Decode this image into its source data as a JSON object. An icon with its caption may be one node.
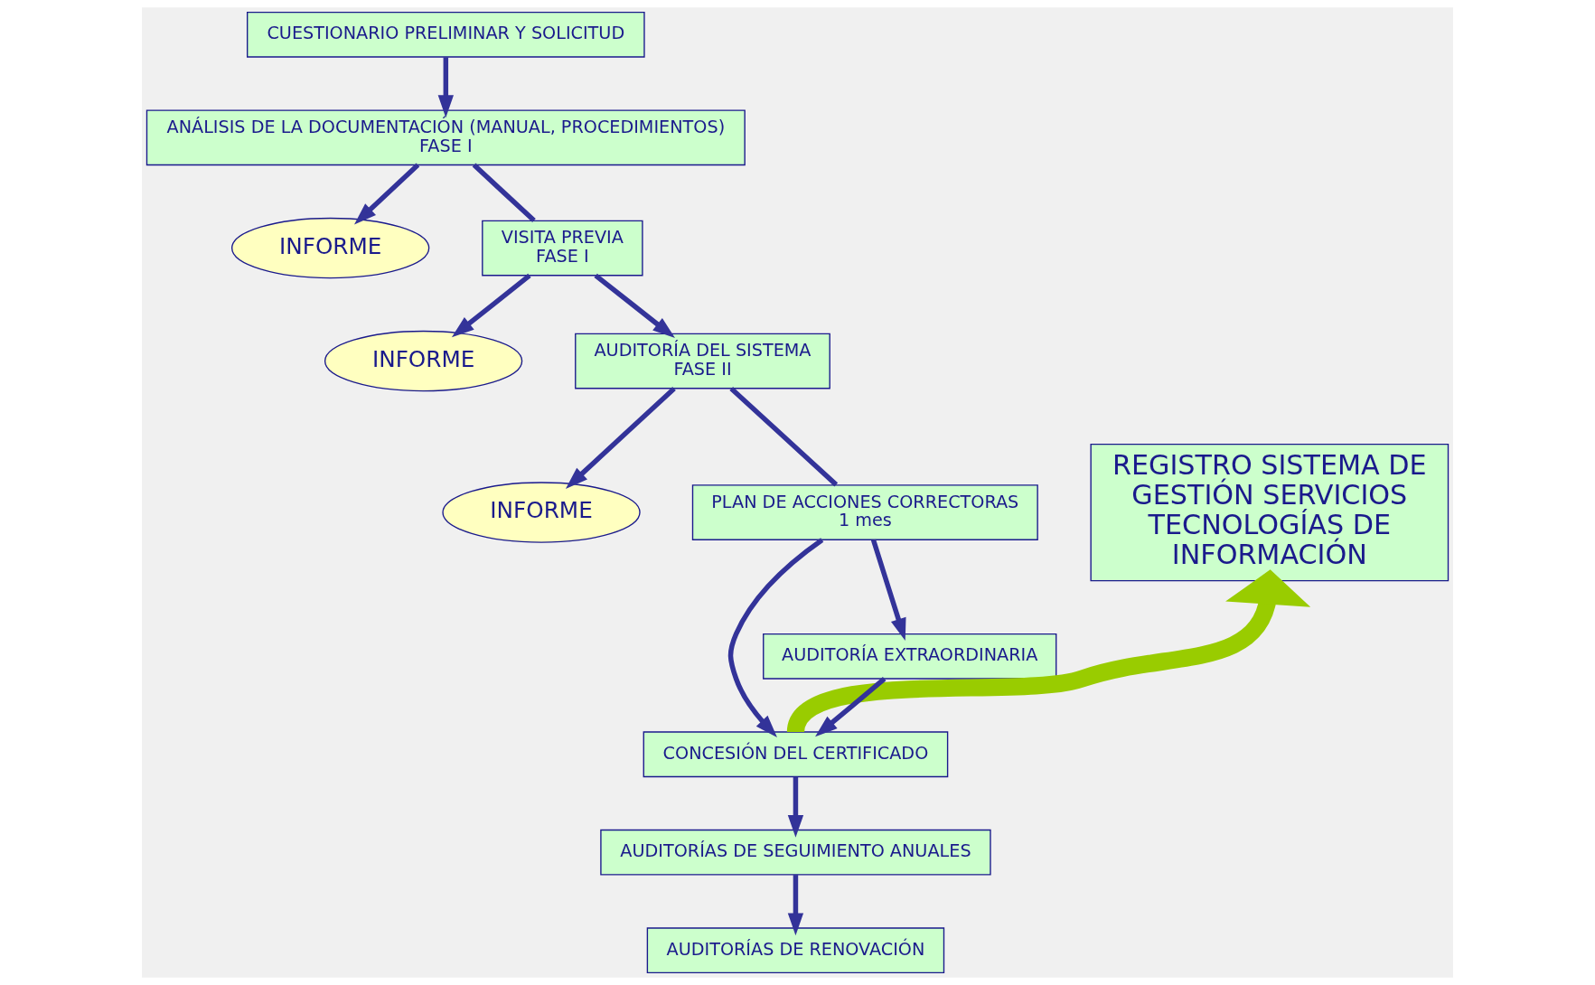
{
  "diagram": {
    "nodes": [
      {
        "text": [
          "CUESTIONARIO PRELIMINAR Y SOLICITUD"
        ]
      },
      {
        "text": [
          "ANÁLISIS DE LA DOCUMENTACIÓN (MANUAL, PROCEDIMIENTOS)",
          "FASE I"
        ]
      },
      {
        "text": [
          "INFORME"
        ]
      },
      {
        "text": [
          "VISITA PREVIA",
          "FASE I"
        ]
      },
      {
        "text": [
          "INFORME"
        ]
      },
      {
        "text": [
          "AUDITORÍA DEL SISTEMA",
          "FASE II"
        ]
      },
      {
        "text": [
          "INFORME"
        ]
      },
      {
        "text": [
          "REGISTRO SISTEMA DE GESTIÓN SERVICIOS TECNOLOGÍAS DE INFORMACIÓN"
        ]
      },
      {
        "text": [
          "AUDITORÍAS DE RENOVACIÓN"
        ]
      },
      {
        "text": [
          "PLAN DE ACCIONES CORRECTORAS",
          "1 mes"
        ]
      },
      {
        "text": [
          "AUDITORÍAS DE SEGUIMIENTO ANUALES"
        ]
      },
      {
        "text": [
          "CONCESIÓN DEL CERTIFICADO"
        ]
      },
      {
        "text": [
          "AUDITORÍA EXTRAORDINARIA"
        ]
      }
    ],
    "edges": [
      {
        "from": 0,
        "to": 1,
        "arrow": "to"
      },
      {
        "from": 1,
        "to": 2,
        "arrow": "to"
      },
      {
        "from": 1,
        "to": 3,
        "arrow": "none"
      },
      {
        "from": 3,
        "to": 4,
        "arrow": "to"
      },
      {
        "from": 3,
        "to": 5,
        "arrow": "to"
      },
      {
        "from": 5,
        "to": 6,
        "arrow": "to"
      },
      {
        "from": 5,
        "to": 9,
        "arrow": "none"
      },
      {
        "from": 9,
        "to": 11,
        "arrow": "to"
      },
      {
        "from": 9,
        "to": 12,
        "arrow": "to"
      },
      {
        "from": 12,
        "to": 11,
        "arrow": "to"
      },
      {
        "from": 11,
        "to": 10,
        "arrow": "to"
      },
      {
        "from": 10,
        "to": 8,
        "arrow": "to"
      },
      {
        "from": 11,
        "to": 7,
        "arrow": "to",
        "style": "thick",
        "color": "#99cc00"
      }
    ]
  }
}
